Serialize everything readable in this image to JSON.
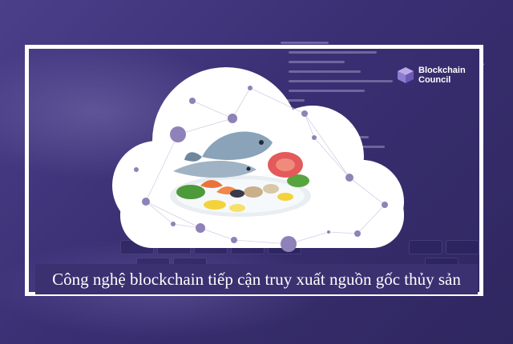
{
  "logo": {
    "line1": "Blockchain",
    "line2": "Council",
    "tm": "™",
    "mark_colors": [
      "#b9a9e6",
      "#8e7cd0",
      "#6c5bb5"
    ]
  },
  "caption": "Công nghệ blockchain tiếp cận truy xuất nguồn gốc thủy sản",
  "colors": {
    "background": "#3f3478",
    "frame": "#ffffff",
    "cloud": "#ffffff",
    "dots": "#8e82b8",
    "caption_bg": "#3b3070"
  },
  "icons": {
    "cloud": "cloud-network-icon",
    "seafood": "seafood-platter-illustration",
    "logo": "blockchain-council-cube-icon"
  }
}
